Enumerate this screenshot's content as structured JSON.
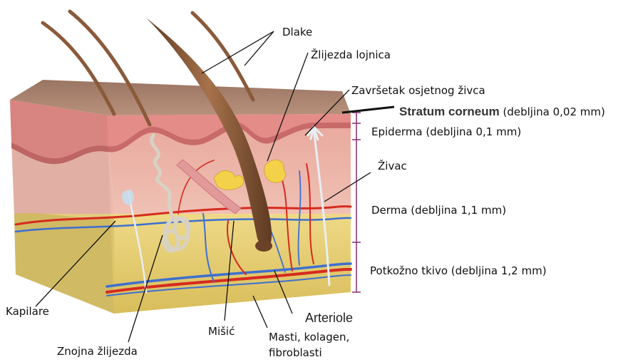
{
  "labels": {
    "dlake": "Dlake",
    "zlijezda_lojnica": "Žlijezda lojnica",
    "zavrsetak": "Završetak osjetnog živca",
    "stratum_bold": "Stratum corneum",
    "stratum_rest": " (debljina 0,02 mm)",
    "epiderma": "Epiderma (debljina 0,1 mm)",
    "zivac": "Živac",
    "derma": "Derma (debljina 1,1 mm)",
    "potkozno": "Potkožno tkivo (debljina 1,2 mm)",
    "kapilare": "Kapilare",
    "arteriole": "Arteriole",
    "misic": "Mišić",
    "masti_1": "Masti, kolagen,",
    "masti_2": "fibroblasti",
    "znojna": "Znojna žlijezda"
  },
  "colors": {
    "surface_top": "#a8826e",
    "epidermis": "#e89a95",
    "dermis": "#edb3a6",
    "fat": "#e8d27a",
    "hair": "#8a5a3a",
    "artery": "#d62a1f",
    "vein": "#3d6fd1",
    "bracket": "#8a3a7a"
  }
}
